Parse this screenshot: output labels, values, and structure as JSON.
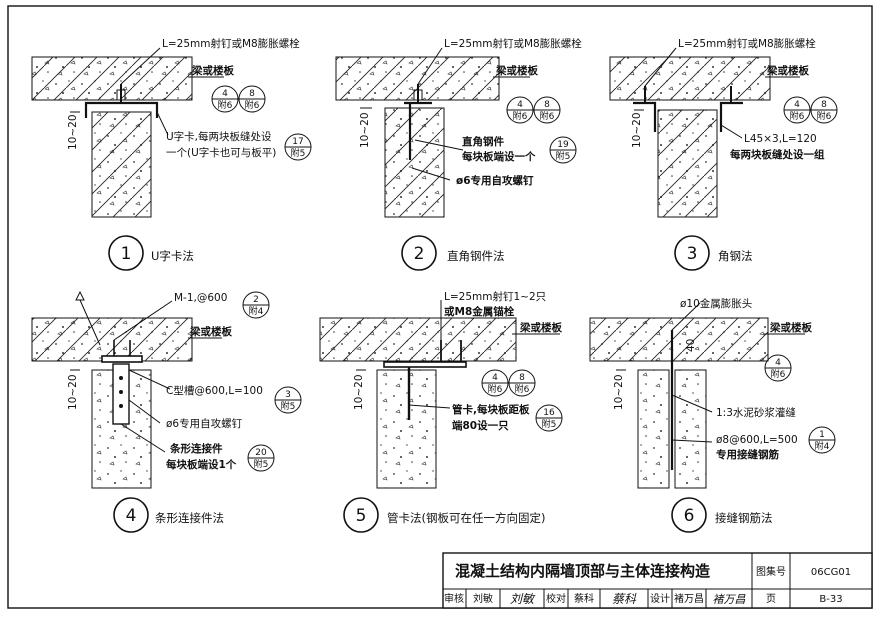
{
  "drawing": {
    "title": "混凝土结构内隔墙顶部与主体连接构造",
    "atlas_label": "图集号",
    "atlas_no": "06CG01",
    "page_label": "页",
    "page_no": "B-33",
    "review_label": "审核",
    "reviewer": "刘敏",
    "check_label": "校对",
    "checker": "蔡科",
    "design_label": "设计",
    "designer": "褚万昌",
    "sig_review": "刘敏",
    "sig_check": "蔡科",
    "sig_design": "褚万昌"
  },
  "details": [
    {
      "num": "1",
      "caption": "U字卡法",
      "fastener": "L=25mm射钉或M8膨胀螺栓",
      "slab": "梁或楼板",
      "gap": "10~20",
      "ref": {
        "top": "4",
        "bot": "附6"
      },
      "ref2": {
        "top": "8",
        "bot": "附6"
      },
      "notes": [
        "U字卡,每两块板缝处设",
        "一个(U字卡也可与板平)"
      ],
      "ref3": {
        "top": "17",
        "bot": "附5"
      }
    },
    {
      "num": "2",
      "caption": "直角钢件法",
      "fastener": "L=25mm射钉或M8膨胀螺栓",
      "slab": "梁或楼板",
      "gap": "10~20",
      "ref": {
        "top": "4",
        "bot": "附6"
      },
      "ref2": {
        "top": "8",
        "bot": "附6"
      },
      "notes": [
        "直角钢件",
        "每块板端设一个"
      ],
      "ref3": {
        "top": "19",
        "bot": "附5"
      },
      "screw": "ø6专用自攻螺钉"
    },
    {
      "num": "3",
      "caption": "角钢法",
      "fastener": "L=25mm射钉或M8膨胀螺栓",
      "slab": "梁或楼板",
      "gap": "10~20",
      "ref": {
        "top": "4",
        "bot": "附6"
      },
      "ref2": {
        "top": "8",
        "bot": "附6"
      },
      "notes": [
        "L45×3,L=120",
        "每两块板缝处设一组"
      ]
    },
    {
      "num": "4",
      "caption": "条形连接件法",
      "fastener": "M-1,@600",
      "fastener_ref": {
        "top": "2",
        "bot": "附4"
      },
      "slab": "梁或楼板",
      "gap": "10~20",
      "channel": "C型槽@600,L=100",
      "channel_ref": {
        "top": "3",
        "bot": "附5"
      },
      "screw": "ø6专用自攻螺钉",
      "notes": [
        "条形连接件",
        "每块板端设1个"
      ],
      "ref3": {
        "top": "20",
        "bot": "附5"
      }
    },
    {
      "num": "5",
      "caption": "管卡法(钢板可在任一方向固定)",
      "fastener": "L=25mm射钉1~2只",
      "fastener2": "或M8金属锚栓",
      "slab": "梁或楼板",
      "gap": "10~20",
      "ref": {
        "top": "4",
        "bot": "附6"
      },
      "ref2": {
        "top": "8",
        "bot": "附6"
      },
      "notes": [
        "管卡,每块板距板",
        "端80设一只"
      ],
      "ref3": {
        "top": "16",
        "bot": "附5"
      }
    },
    {
      "num": "6",
      "caption": "接缝钢筋法",
      "fastener": "ø10金属膨胀头",
      "slab": "梁或楼板",
      "gap": "10~20",
      "dim": "40",
      "ref": {
        "top": "4",
        "bot": "附6"
      },
      "mortar": "1:3水泥砂浆灌缝",
      "bar": "ø8@600,L=500",
      "bar_ref": {
        "top": "1",
        "bot": "附4"
      },
      "bar_note": "专用接缝钢筋"
    }
  ]
}
